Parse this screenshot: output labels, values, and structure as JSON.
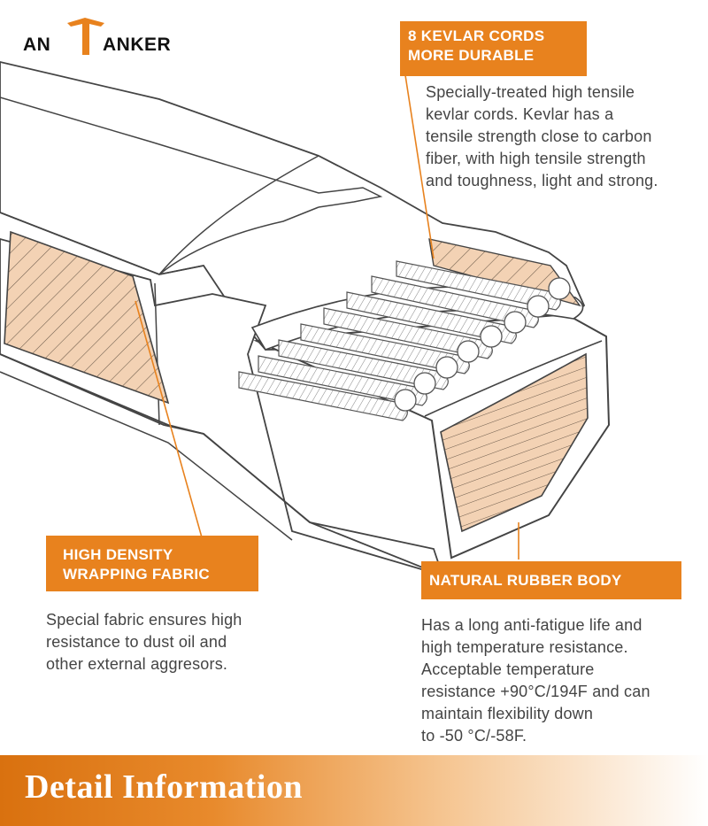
{
  "brand": {
    "logo_left": "AN",
    "logo_right": "ANKER"
  },
  "callouts": {
    "kevlar": {
      "title_line1": "8 KEVLAR CORDS",
      "title_line2": "MORE DURABLE",
      "desc_lines": [
        "Specially-treated high tensile",
        "kevlar cords. Kevlar has a",
        "tensile strength close to carbon",
        "fiber, with high tensile strength",
        "and toughness, light and strong."
      ]
    },
    "fabric": {
      "title_line1": "HIGH DENSITY",
      "title_line2": "WRAPPING FABRIC",
      "desc_lines": [
        "Special fabric ensures high",
        "resistance to dust oil and",
        "other external aggresors."
      ]
    },
    "rubber": {
      "title": "NATURAL RUBBER BODY",
      "desc_lines": [
        "Has a long anti-fatigue life and",
        "high temperature resistance.",
        "Acceptable temperature",
        "resistance +90°C/194F and can",
        "maintain flexibility down",
        "to -50 °C/-58F."
      ]
    }
  },
  "footer": {
    "title": "Detail Information"
  },
  "colors": {
    "accent": "#e8821e",
    "fabric_fill": "#f3d2b4",
    "outline": "#444444"
  }
}
